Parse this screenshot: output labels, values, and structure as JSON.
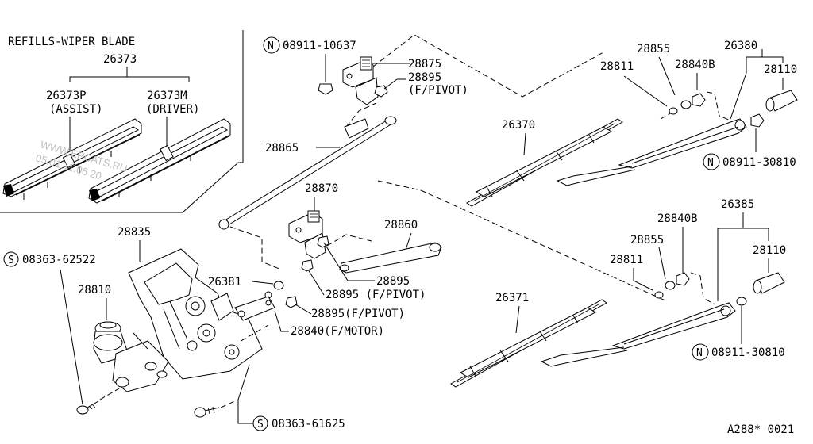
{
  "refills": {
    "title": "REFILLS-WIPER BLADE",
    "part": "26373",
    "assist_part": "26373P",
    "assist_label": "(ASSIST)",
    "driver_part": "26373M",
    "driver_label": "(DRIVER)"
  },
  "watermark": {
    "site": "WWW.EPCATS.RU",
    "date": "05.01.11.06 20"
  },
  "labels": {
    "nut_top": "08911-10637",
    "nut_top_prefix": "N",
    "p28875": "28875",
    "p28895_top": "28895",
    "p28895_top_note": "(F/PIVOT)",
    "p26370": "26370",
    "p28865": "28865",
    "p28870": "28870",
    "p28860": "28860",
    "p28835": "28835",
    "screw_left": "08363-62522",
    "screw_left_prefix": "S",
    "p28810": "28810",
    "p26381": "26381",
    "p28895_mid": "28895",
    "p28895_pivot": "28895 (F/PIVOT)",
    "p28895_pivot2": "28895(F/PIVOT)",
    "p28840_motor": "28840(F/MOTOR)",
    "screw_bottom": "08363-61625",
    "screw_bottom_prefix": "S",
    "p26371": "26371",
    "ra_26380": "26380",
    "ra_28855": "28855",
    "ra_28811": "28811",
    "ra_28840B": "28840B",
    "ra_28110": "28110",
    "ra_nut": "08911-30810",
    "ra_nut_prefix": "N",
    "rb_26385": "26385",
    "rb_28840B": "28840B",
    "rb_28855": "28855",
    "rb_28811": "28811",
    "rb_28110": "28110",
    "rb_nut": "08911-30810",
    "rb_nut_prefix": "N",
    "diagram_code": "A288* 0021"
  }
}
